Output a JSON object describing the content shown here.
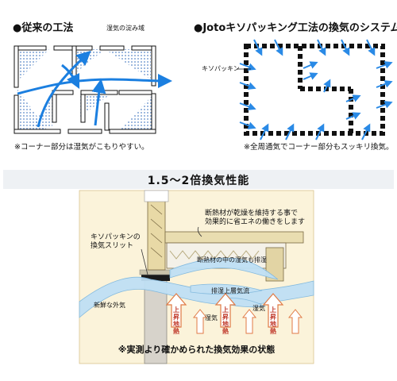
{
  "left_panel": {
    "title": "●従来の工法",
    "label_stagnation": "湿気の淀み域",
    "note": "※コーナー部分は湿気がこもりやすい。"
  },
  "right_panel": {
    "title": "●Jotoキソパッキング工法の換気のシステム",
    "label_packing": "キソパッキン",
    "note": "※全周通気でコーナー部分もスッキリ換気。"
  },
  "banner": {
    "text": "1.5～2倍換気性能"
  },
  "section": {
    "label_slit": "キソパッキンの\n換気スリット",
    "label_insulation": "断熱材が乾燥を維持する事で\n効果的に省エネの働きをします",
    "label_inner": "断熱材の中の湿気も排湿",
    "label_upflow": "排湿上層気流",
    "label_fresh_air": "新鮮な外気",
    "label_moisture_1": "湿気",
    "label_moisture_2": "湿気",
    "rising_heat": [
      "上昇地熱",
      "上昇地熱",
      "上昇地熱"
    ],
    "caption": "※実測より確かめられた換気効果の状態"
  },
  "colors": {
    "accent_blue": "#1b7fe0",
    "dot_blue": "#5a88c8",
    "band_bg": "#eef1f4",
    "section_bg": "#fbf3da",
    "heat_red": "#c0392b"
  }
}
